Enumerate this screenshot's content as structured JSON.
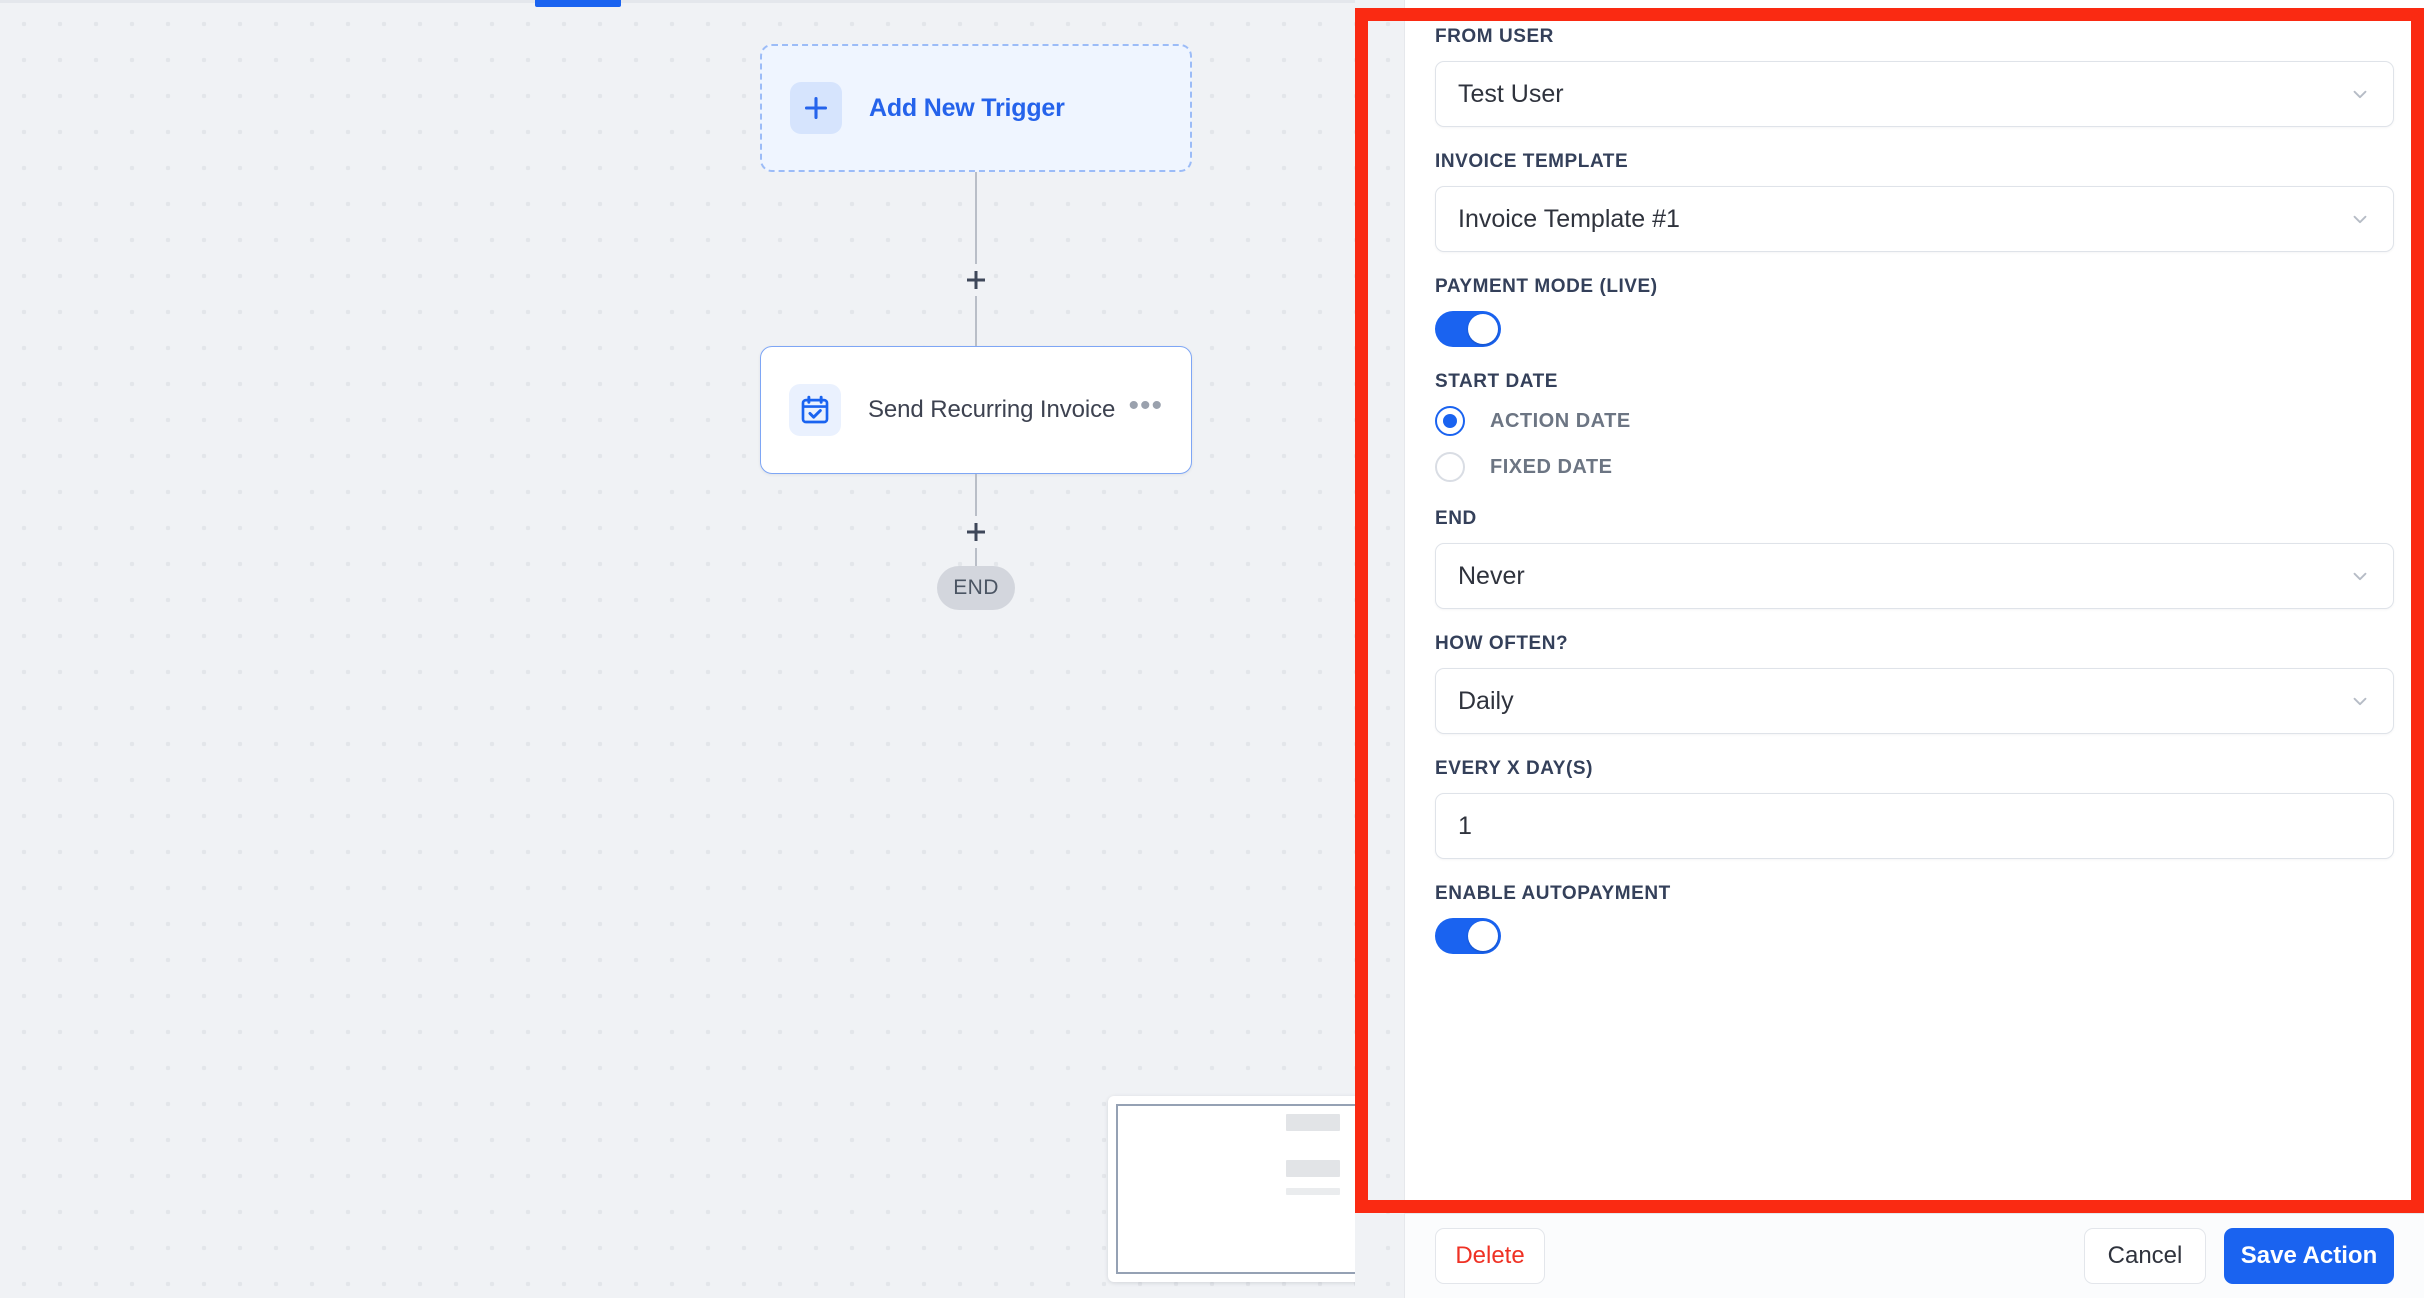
{
  "canvas": {
    "tab_indicator": "active-tab",
    "trigger_node": {
      "icon": "plus-icon",
      "label": "Add New Trigger"
    },
    "connector_icon": "plus-icon",
    "action_node": {
      "icon": "calendar-check-icon",
      "label": "Send Recurring Invoice",
      "menu_icon": "ellipsis-icon"
    },
    "end_node": {
      "label": "END"
    },
    "minimap": {
      "name": "minimap"
    }
  },
  "panel": {
    "fields": {
      "from_user": {
        "label": "FROM USER",
        "value": "Test User",
        "chevron": "chevron-down-icon"
      },
      "invoice_template": {
        "label": "INVOICE TEMPLATE",
        "value": "Invoice Template #1",
        "chevron": "chevron-down-icon"
      },
      "payment_mode": {
        "label": "PAYMENT MODE (LIVE)",
        "state": "on"
      },
      "start_date": {
        "label": "START DATE",
        "options": [
          {
            "label": "ACTION DATE",
            "selected": true
          },
          {
            "label": "FIXED DATE",
            "selected": false
          }
        ]
      },
      "end": {
        "label": "END",
        "value": "Never",
        "chevron": "chevron-down-icon"
      },
      "how_often": {
        "label": "HOW OFTEN?",
        "value": "Daily",
        "chevron": "chevron-down-icon"
      },
      "every_x_days": {
        "label": "EVERY X DAY(S)",
        "value": "1"
      },
      "enable_autopayment": {
        "label": "ENABLE AUTOPAYMENT",
        "state": "on"
      }
    },
    "footer": {
      "delete_label": "Delete",
      "cancel_label": "Cancel",
      "save_label": "Save Action"
    }
  },
  "colors": {
    "accent_blue": "#1a63f0",
    "danger_red": "#ef3124",
    "annotation_red": "#fa2a12",
    "canvas_bg": "#f0f2f5",
    "label_slate": "#34405a"
  }
}
